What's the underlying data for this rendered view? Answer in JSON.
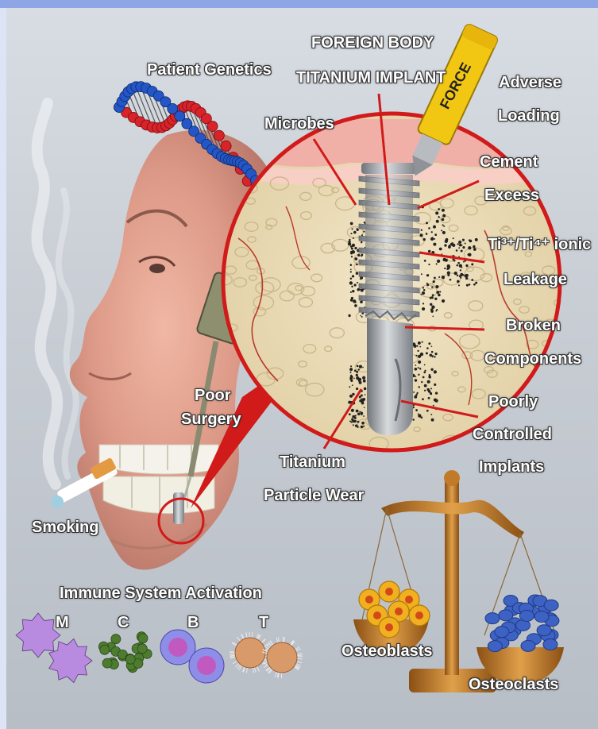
{
  "labels": {
    "foreign_body": "FOREIGN BODY",
    "titanium_implant": "TITANIUM IMPLANT",
    "patient_genetics": "Patient Genetics",
    "microbes": "Microbes",
    "force": "FORCE",
    "adverse": "Adverse",
    "loading": "Loading",
    "cement": "Cement",
    "excess": "Excess",
    "ti_ionic": "Ti³⁺/Ti⁴⁺ ionic",
    "leakage": "Leakage",
    "broken": "Broken",
    "components": "Components",
    "poorly": "Poorly",
    "controlled": "Controlled",
    "implants": "Implants",
    "poor": "Poor",
    "surgery": "Surgery",
    "titanium": "Titanium",
    "particle_wear": "Particle Wear",
    "smoking": "Smoking",
    "immune_activation": "Immune System Activation",
    "cell_m": "M",
    "cell_c": "C",
    "cell_b": "B",
    "cell_t": "T",
    "osteoblasts": "Osteoblasts",
    "osteoclasts": "Osteoclasts"
  },
  "colors": {
    "leader_line": "#d11a1a",
    "dna_red": "#d8232a",
    "dna_blue": "#2456c8",
    "titanium": "#9a9ea4",
    "bone": "#eadbb8",
    "scale_bronze": "#c07a2a",
    "macrophage": "#b88ae0",
    "complement": "#4d7b2f",
    "b_cell": "#8e8ee8",
    "t_cell": "#d99a6a",
    "osteoblast": "#f0b020",
    "osteoclast": "#3d62c4"
  },
  "icons": [
    "dna-helix",
    "face",
    "cigarette",
    "smoke",
    "implant",
    "force-pencil",
    "balance-scale",
    "immune-cells"
  ]
}
